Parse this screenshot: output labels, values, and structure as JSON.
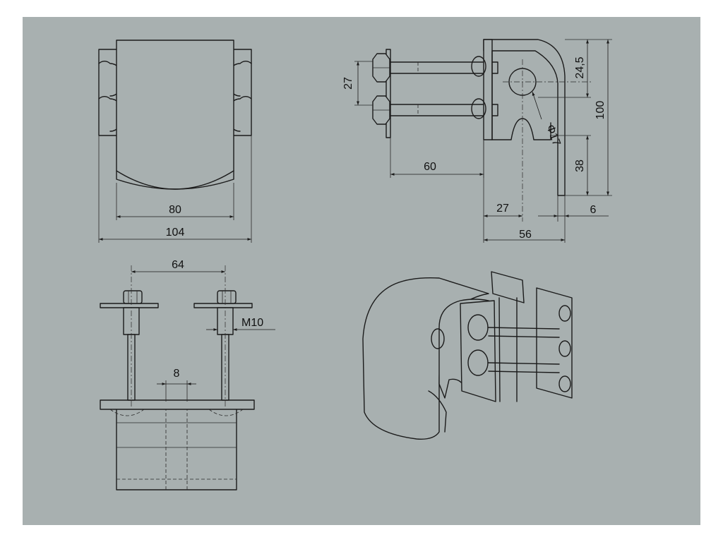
{
  "colors": {
    "sheet": "#a8b0b0",
    "part": "#a8b0b0",
    "line": "#1b1b1b"
  },
  "dimensions": {
    "front_inner_width": "80",
    "front_total_width": "104",
    "side_bolt_spacing": "27",
    "side_length": "60",
    "side_height_top": "24,5",
    "side_total_height": "100",
    "side_hole_diameter": "Φ17",
    "side_height_bottom": "38",
    "side_offset": "27",
    "side_thickness": "6",
    "side_depth": "56",
    "bottom_bolt_spacing": "64",
    "bottom_thread": "M10",
    "bottom_slot_width": "8"
  }
}
